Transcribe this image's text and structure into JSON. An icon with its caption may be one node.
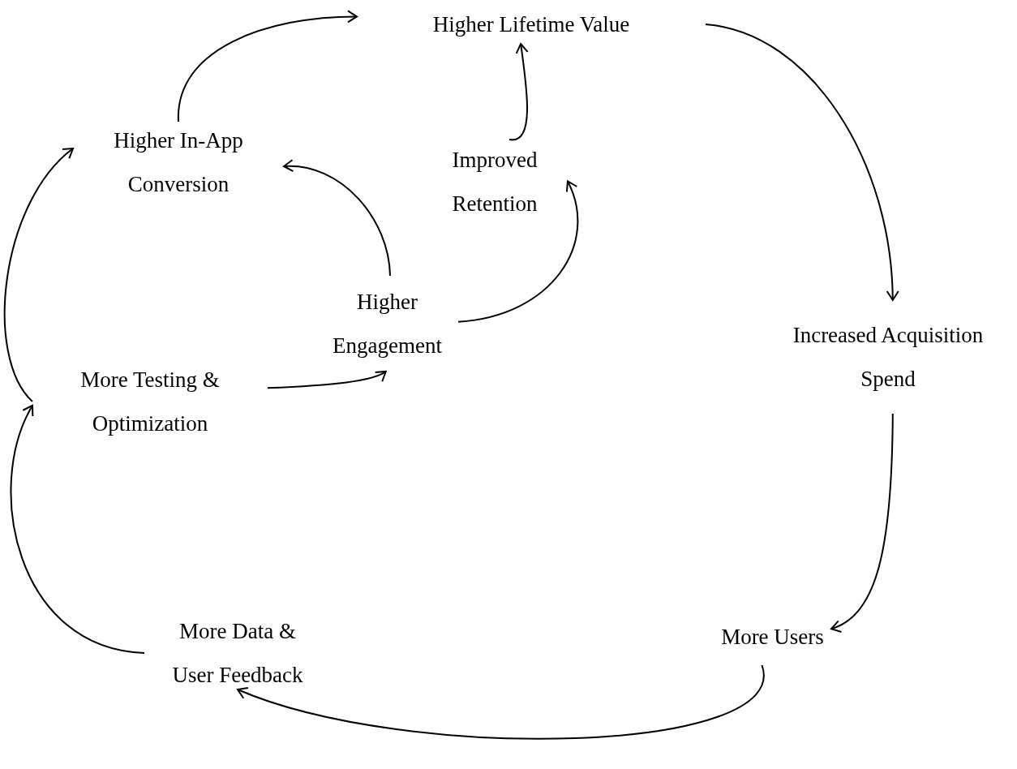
{
  "diagram": {
    "nodes": [
      {
        "text": [
          "Higher Lifetime Value"
        ]
      },
      {
        "text": [
          "Higher In-App Conversion"
        ]
      },
      {
        "text": [
          "Improved Retention"
        ]
      },
      {
        "text": [
          "Higher Engagement"
        ]
      },
      {
        "text": [
          "Increased Acquisition Spend"
        ]
      },
      {
        "text": [
          "More Testing & Optimization"
        ]
      },
      {
        "text": [
          "More Data & User Feedback"
        ]
      },
      {
        "text": [
          "More Users"
        ]
      }
    ],
    "edges": [
      {
        "from": 1,
        "to": 0,
        "arrow": "to"
      },
      {
        "from": 2,
        "to": 0,
        "arrow": "to"
      },
      {
        "from": 0,
        "to": 4,
        "arrow": "to"
      },
      {
        "from": 3,
        "to": 1,
        "arrow": "to"
      },
      {
        "from": 3,
        "to": 2,
        "arrow": "to"
      },
      {
        "from": 5,
        "to": 3,
        "arrow": "to"
      },
      {
        "from": 5,
        "to": 1,
        "arrow": "to"
      },
      {
        "from": 6,
        "to": 5,
        "arrow": "to"
      },
      {
        "from": 4,
        "to": 7,
        "arrow": "to"
      },
      {
        "from": 7,
        "to": 6,
        "arrow": "to"
      }
    ]
  }
}
